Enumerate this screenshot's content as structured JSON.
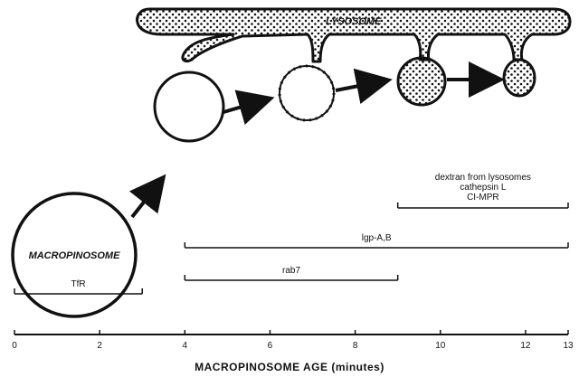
{
  "lysosome_label": "LYSOSOME",
  "macropinosome_label": "MACROPINOSOME",
  "axis": {
    "title": "MACROPINOSOME AGE (minutes)",
    "min": 0,
    "max": 13,
    "ticks": [
      0,
      2,
      4,
      6,
      8,
      10,
      12,
      13
    ]
  },
  "markers": [
    {
      "label": "TfR",
      "start": 0,
      "end": 3
    },
    {
      "label": "rab7",
      "start": 4,
      "end": 9
    },
    {
      "label": "lgp-A,B",
      "start": 4,
      "end": 13
    },
    {
      "label_lines": [
        "dextran from lysosomes",
        "cathepsin L",
        "CI-MPR"
      ],
      "start": 9,
      "end": 13
    }
  ],
  "colors": {
    "ink": "#111111",
    "background": "#ffffff"
  }
}
